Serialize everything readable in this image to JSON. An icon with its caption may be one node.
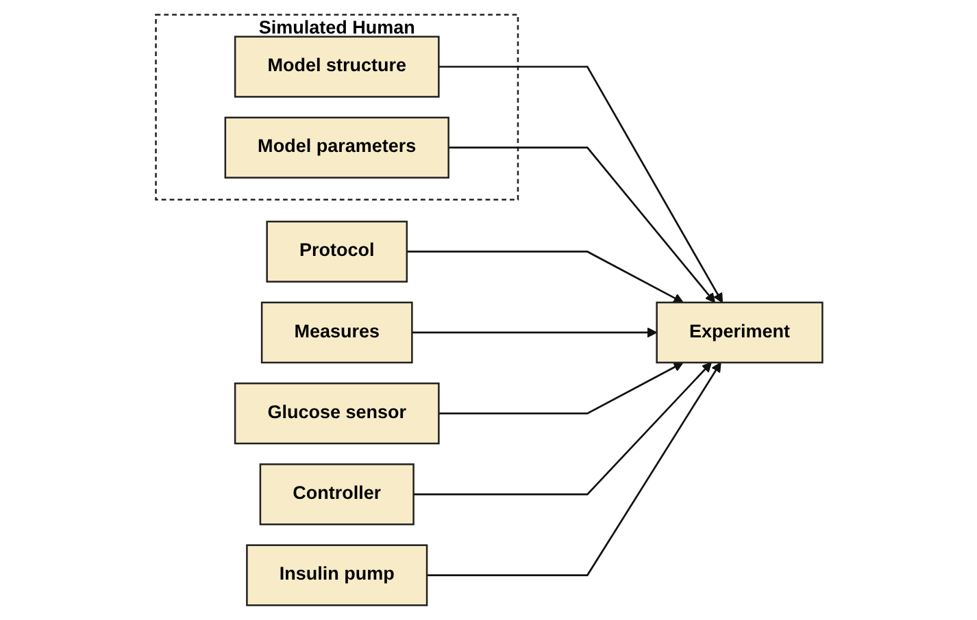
{
  "diagram": {
    "nodes": [
      {
        "text": [
          "Simulated Human"
        ]
      },
      {
        "text": [
          "Model structure"
        ],
        "in": 0
      },
      {
        "text": [
          "Model parameters"
        ],
        "in": 0
      },
      {
        "text": [
          "Protocol"
        ]
      },
      {
        "text": [
          "Experiment"
        ]
      },
      {
        "text": [
          "Measures"
        ]
      },
      {
        "text": [
          "Glucose sensor"
        ]
      },
      {
        "text": [
          "Controller"
        ]
      },
      {
        "text": [
          "Insulin pump"
        ]
      }
    ],
    "edges": [
      {
        "from": 1,
        "to": 4,
        "arrow": "to"
      },
      {
        "from": 2,
        "to": 4,
        "arrow": "to"
      },
      {
        "from": 3,
        "to": 4,
        "arrow": "to"
      },
      {
        "from": 5,
        "to": 4,
        "arrow": "to"
      },
      {
        "from": 6,
        "to": 4,
        "arrow": "to"
      },
      {
        "from": 7,
        "to": 4,
        "arrow": "to"
      },
      {
        "from": 8,
        "to": 4,
        "arrow": "to"
      }
    ]
  }
}
